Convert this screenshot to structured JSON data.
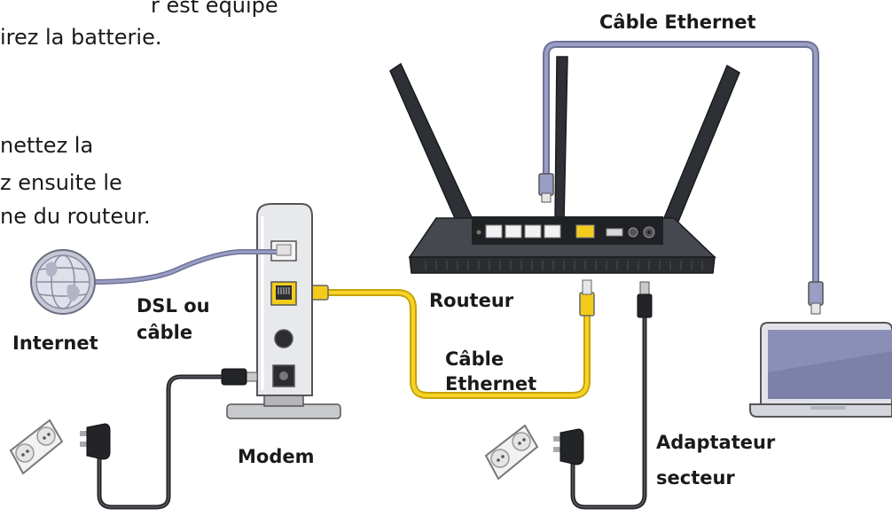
{
  "intro_text": {
    "lines": [
      "r est équipé",
      "irez la batterie.",
      "nettez la",
      "z ensuite le",
      "ne du routeur."
    ]
  },
  "labels": {
    "top_cable": "Câble Ethernet",
    "dsl": [
      "DSL ou",
      "câble"
    ],
    "internet": "Internet",
    "router": "Routeur",
    "yellow_cable": [
      "Câble",
      "Ethernet"
    ],
    "modem": "Modem",
    "adapter": [
      "Adaptateur",
      "secteur"
    ]
  },
  "colors": {
    "ethernet_purple": "#8d90b8",
    "ethernet_yellow": "#f3cc1b",
    "router_body": "#3a3d42",
    "power_cable": "#222428",
    "modem_body": "#e8e9ec"
  }
}
